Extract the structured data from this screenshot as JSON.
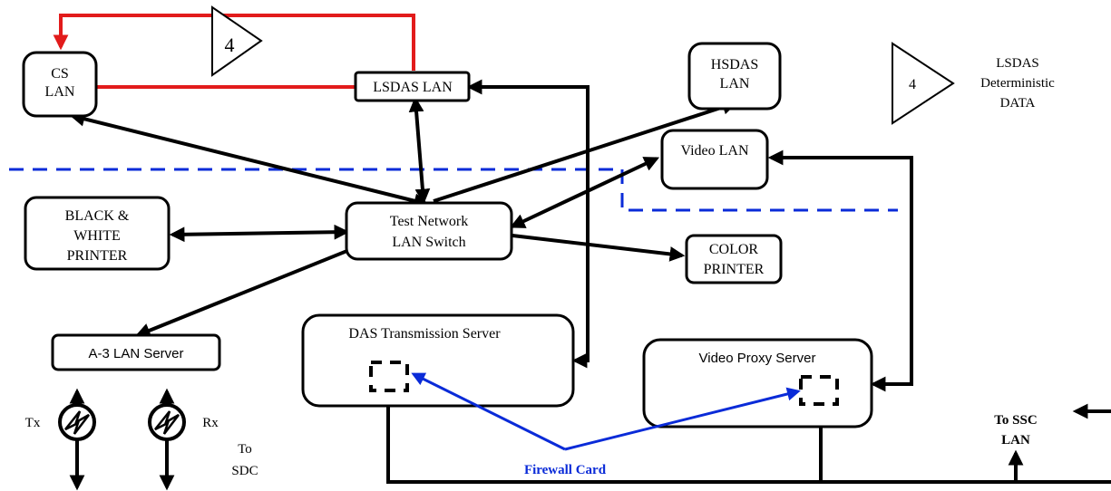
{
  "nodes": {
    "cs_lan": {
      "lines": [
        "CS",
        "LAN"
      ]
    },
    "lsdas_lan": {
      "label": "LSDAS LAN"
    },
    "hsdas_lan": {
      "lines": [
        "HSDAS",
        "LAN"
      ]
    },
    "video_lan": {
      "label": "Video LAN"
    },
    "bw_printer": {
      "lines": [
        "BLACK &",
        "WHITE",
        "PRINTER"
      ]
    },
    "switch": {
      "lines": [
        "Test Network",
        "LAN Switch"
      ]
    },
    "color_printer": {
      "lines": [
        "COLOR",
        "PRINTER"
      ]
    },
    "a3_server": {
      "label": "A-3 LAN Server"
    },
    "das_server": {
      "label": "DAS Transmission Server"
    },
    "video_proxy": {
      "label": "Video Proxy Server"
    }
  },
  "badges": {
    "red_loop": "4",
    "legend": "4"
  },
  "legend": {
    "lines": [
      "LSDAS",
      "Deterministic",
      "DATA"
    ]
  },
  "labels": {
    "tx": "Tx",
    "rx": "Rx",
    "to_sdc": [
      "To",
      "SDC"
    ],
    "firewall": "Firewall Card",
    "to_ssc": [
      "To SSC",
      "LAN"
    ]
  },
  "colors": {
    "deterministic_path": "#e21b1b",
    "firewall_link": "#0a2bd8",
    "boundary": "#0a2bd8"
  }
}
